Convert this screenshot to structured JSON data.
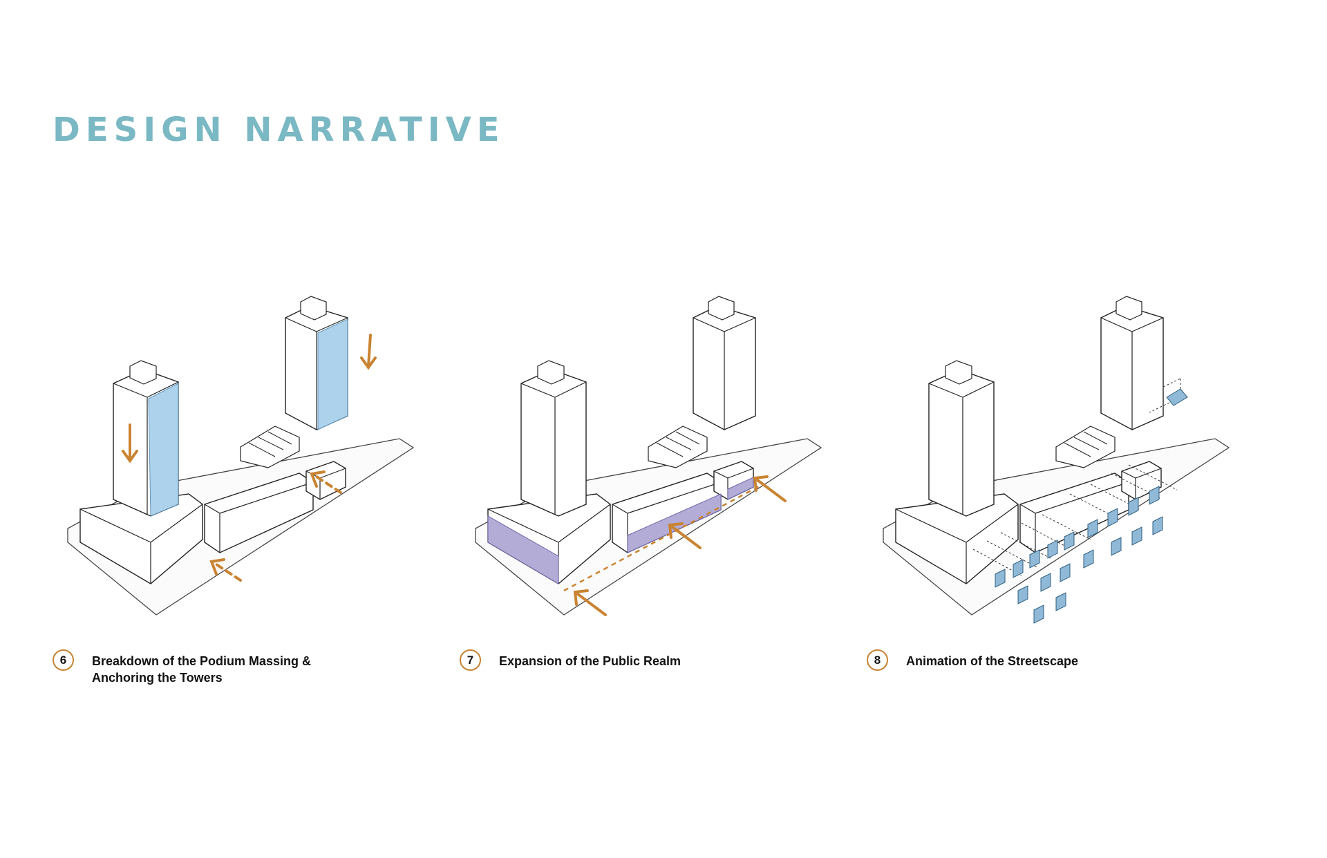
{
  "header": {
    "title": "DESIGN NARRATIVE"
  },
  "colors": {
    "title": "#7ab8c4",
    "accent_orange": "#c98331",
    "glass_blue": "#a9d0ec",
    "podium_purple": "#b3acd6",
    "canopy_blue": "#8fb9d6",
    "mass_white": "#ffffff",
    "outline": "#222222"
  },
  "steps": [
    {
      "number": "6",
      "lines": [
        "Breakdown of the Podium Massing &",
        "Anchoring the Towers"
      ]
    },
    {
      "number": "7",
      "lines": [
        "Expansion of the Public Realm"
      ]
    },
    {
      "number": "8",
      "lines": [
        "Animation of the Streetscape"
      ]
    }
  ]
}
